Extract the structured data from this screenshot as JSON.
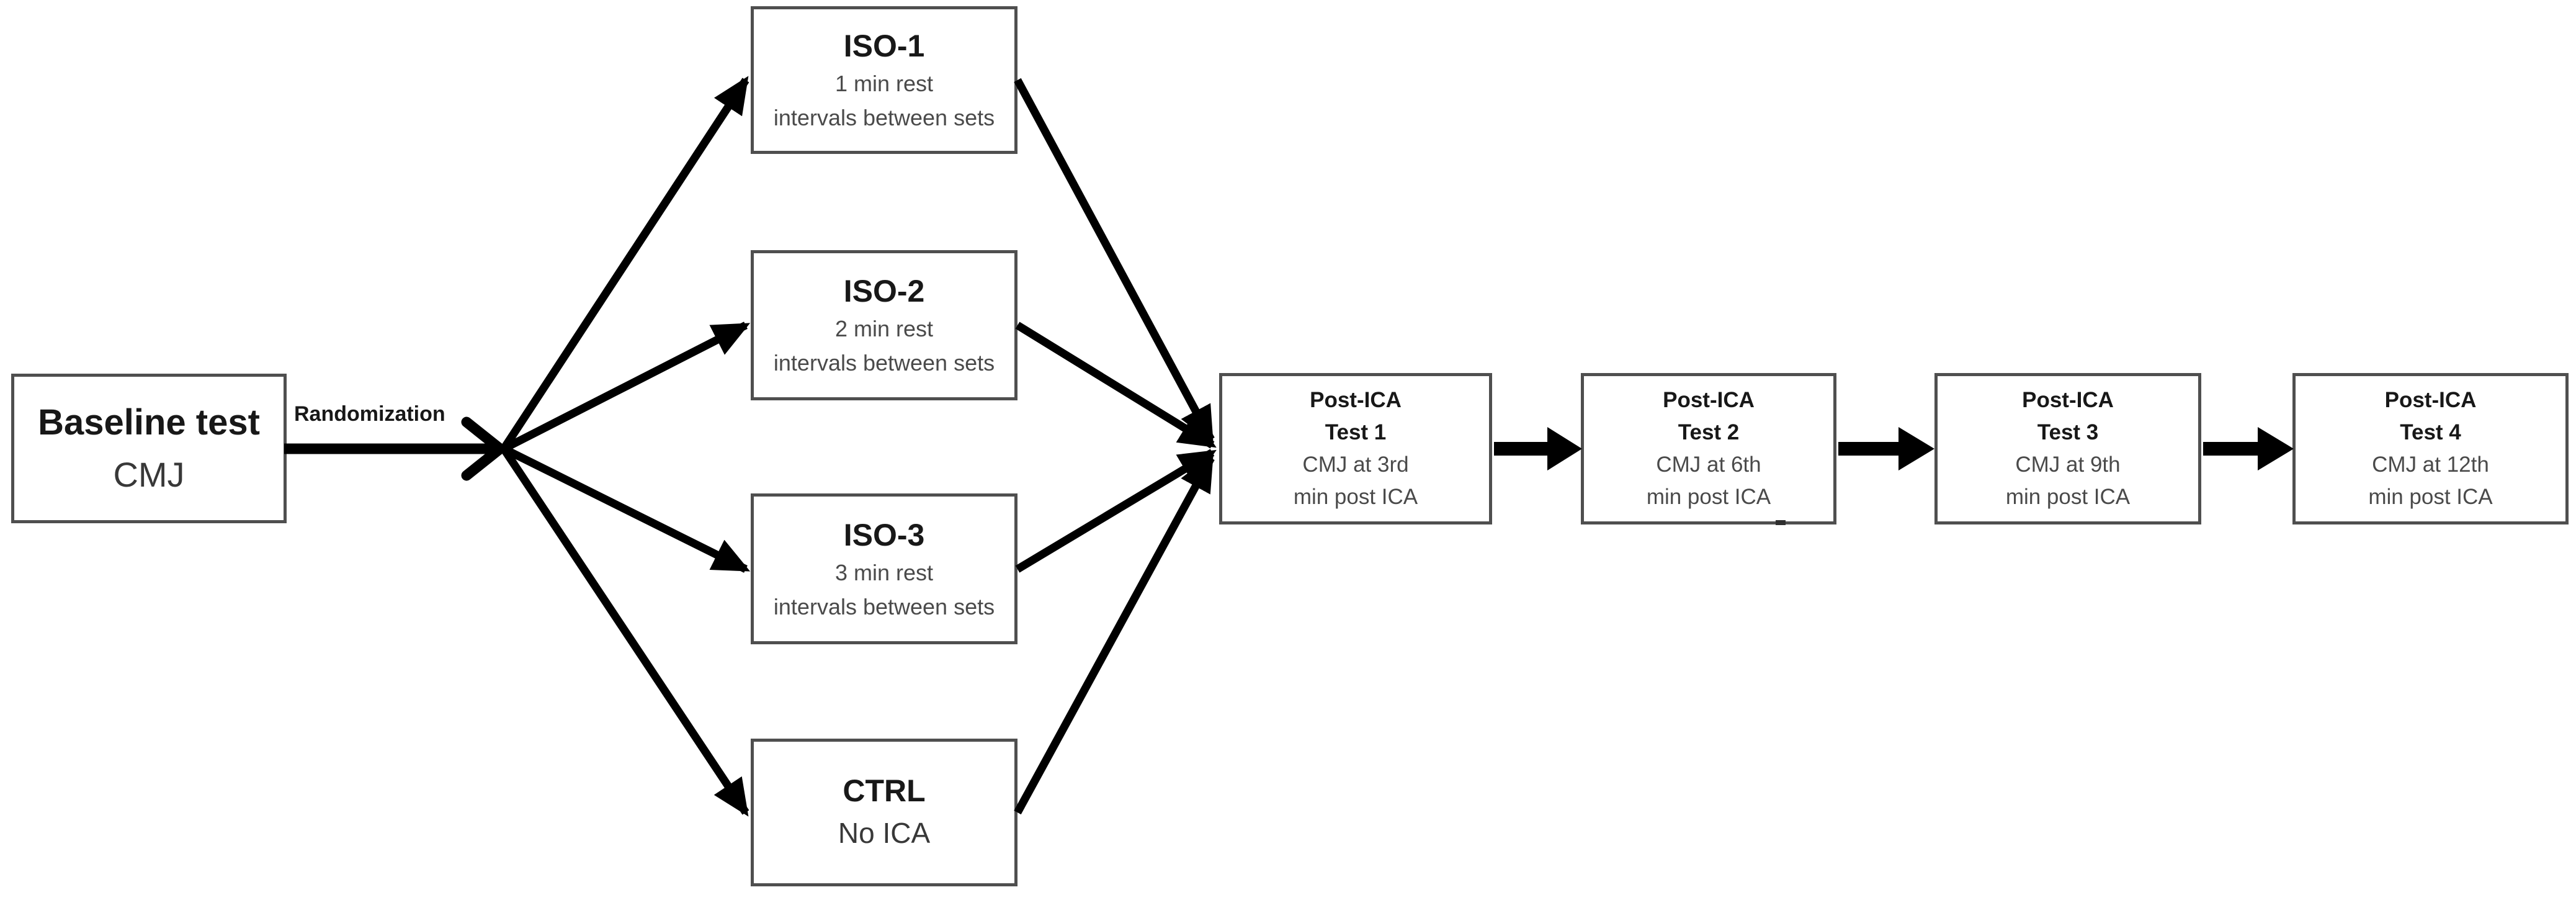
{
  "figure": {
    "baseline_box": {
      "title": "Baseline test",
      "subtitle": "CMJ"
    },
    "randomization_label": "Randomization",
    "condition_boxes": [
      {
        "title": "ISO-1",
        "line1": "1 min rest",
        "line2": "intervals between sets"
      },
      {
        "title": "ISO-2",
        "line1": "2 min rest",
        "line2": "intervals between sets"
      },
      {
        "title": "ISO-3",
        "line1": "3 min rest",
        "line2": "intervals between sets"
      },
      {
        "title": "CTRL",
        "line1": "No ICA"
      }
    ],
    "test_boxes": [
      {
        "title_line1": "Post-ICA",
        "title_line2": "Test 1",
        "body_line1": "CMJ at 3rd",
        "body_line2": "min post ICA"
      },
      {
        "title_line1": "Post-ICA",
        "title_line2": "Test 2",
        "body_line1": "CMJ at 6th",
        "body_line2": "min post ICA"
      },
      {
        "title_line1": "Post-ICA",
        "title_line2": "Test 3",
        "body_line1": "CMJ at 9th",
        "body_line2": "min post ICA"
      },
      {
        "title_line1": "Post-ICA",
        "title_line2": "Test 4",
        "body_line1": "CMJ at 12th",
        "body_line2": "min post ICA"
      }
    ],
    "colors": {
      "arrow": "#000000",
      "box_border": "#4f4f4f",
      "box_fill": "#ffffff",
      "title_text": "#181818",
      "subtitle_text": "#383838",
      "body_text": "#4a4a4a",
      "background": "#ffffff"
    }
  }
}
